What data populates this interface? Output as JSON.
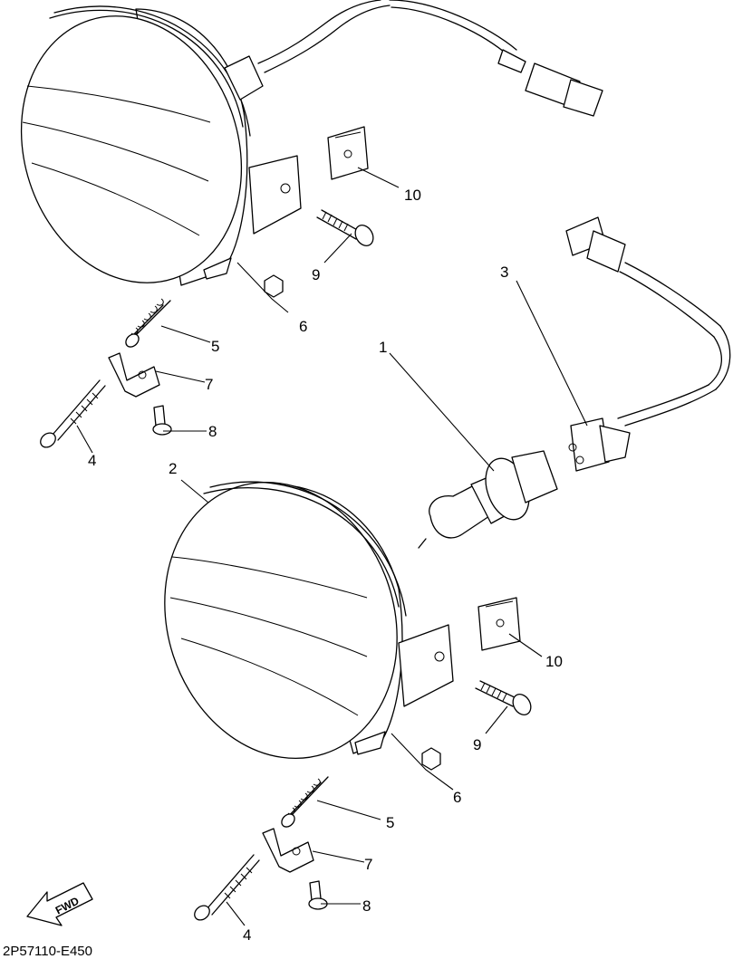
{
  "diagram_code": "2P57110-E450",
  "fwd_label": "FWD",
  "callouts": {
    "c1": "1",
    "c2": "2",
    "c3": "3",
    "c4_upper": "4",
    "c4_lower": "4",
    "c5_upper": "5",
    "c5_lower": "5",
    "c6_upper": "6",
    "c6_lower": "6",
    "c7_upper": "7",
    "c7_lower": "7",
    "c8_upper": "8",
    "c8_lower": "8",
    "c9_upper": "9",
    "c9_lower": "9",
    "c10_upper": "10",
    "c10_lower": "10"
  }
}
